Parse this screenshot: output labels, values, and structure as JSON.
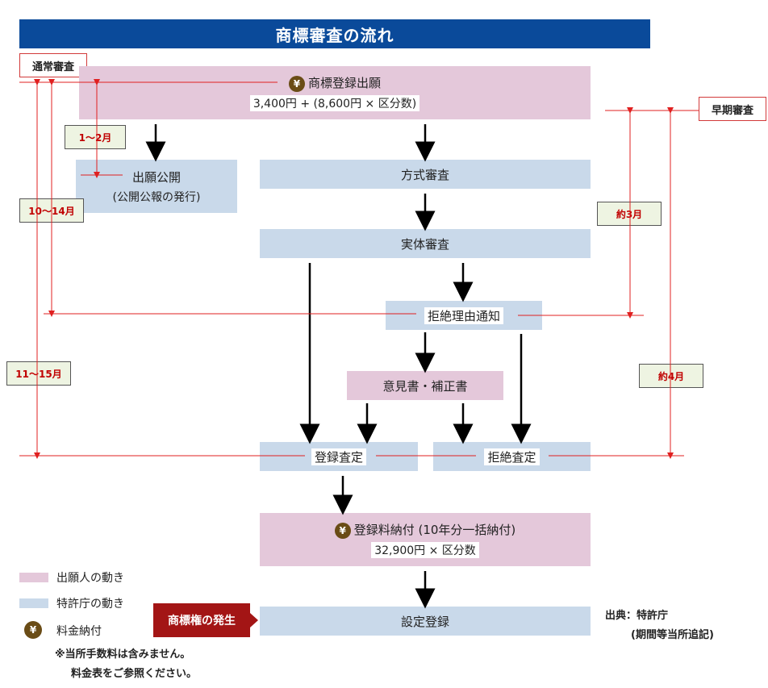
{
  "title": "商標審査の流れ",
  "modes": {
    "normal": "通常審査",
    "early": "早期審査"
  },
  "yen_symbol": "¥",
  "nodes": {
    "application": {
      "label": "商標登録出願",
      "fee": "3,400円 + (8,600円 × 区分数)"
    },
    "publication": {
      "label": "出願公開",
      "sub": "(公開公報の発行)"
    },
    "formality": {
      "label": "方式審査"
    },
    "substantive": {
      "label": "実体審査"
    },
    "refusal_notice": {
      "label": "拒絶理由通知"
    },
    "opinion": {
      "label": "意見書・補正書"
    },
    "registration_decision": {
      "label": "登録査定"
    },
    "refusal_decision": {
      "label": "拒絶査定"
    },
    "registration_fee": {
      "label": "登録料納付 (10年分一括納付)",
      "fee": "32,900円 × 区分数"
    },
    "registration": {
      "label": "設定登録"
    }
  },
  "durations": {
    "d1": "1〜2月",
    "d2": "10〜14月",
    "d3": "11〜15月",
    "d4": "約3月",
    "d5": "約4月"
  },
  "right_badge": "商標権の発生",
  "legend": [
    {
      "label": "出願人の動き",
      "color": "#e4c8da"
    },
    {
      "label": "特許庁の動き",
      "color": "#c9d9ea"
    },
    {
      "label": "料金納付",
      "icon": "yen-coin-icon"
    }
  ],
  "notes": [
    "※当所手数料は含みません。",
    "料金表をご参照ください。"
  ],
  "source": {
    "line1": "出典：特許庁",
    "line2": "(期間等当所追記)"
  },
  "colors": {
    "applicant": "#e4c8da",
    "office": "#c9d9ea",
    "title_bg": "#0a4a9a",
    "timeline": "#e02020",
    "badge": "#a31515"
  }
}
